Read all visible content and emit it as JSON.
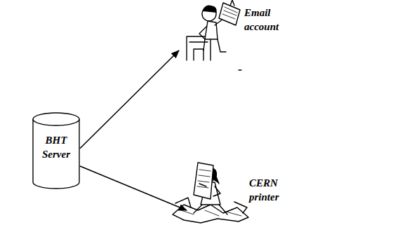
{
  "diagram": {
    "nodes": [
      {
        "text": [
          "BHT Server"
        ]
      },
      {
        "text": [
          "Email account"
        ]
      },
      {
        "text": [
          "CERN printer"
        ]
      }
    ],
    "edges": [
      {
        "from": 0,
        "to": 1,
        "arrow": "to"
      },
      {
        "from": 0,
        "to": 2,
        "arrow": "to"
      }
    ]
  }
}
